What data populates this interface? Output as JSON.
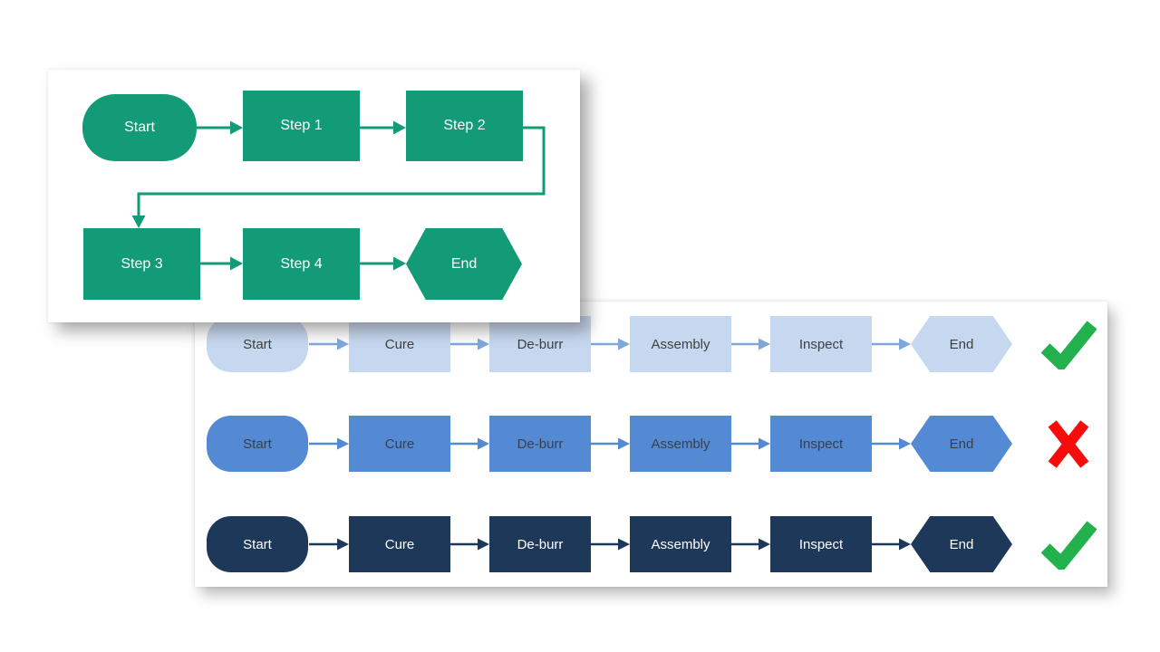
{
  "colors": {
    "green": "#129B76",
    "light_blue": "#C6D8F0",
    "light_blue_arrow": "#7FA7DC",
    "medium_blue": "#5489D3",
    "navy": "#1E3859",
    "check_green": "#23B14D",
    "cross_red": "#F80B0B",
    "label_dark": "#3F3F3F",
    "label_light": "#FFFFFF",
    "card_background": "#FFFFFF"
  },
  "flowchart_card": {
    "nodes": {
      "start": "Start",
      "step1": "Step 1",
      "step2": "Step 2",
      "step3": "Step 3",
      "step4": "Step 4",
      "end": "End"
    }
  },
  "comparison_card": {
    "rows": [
      {
        "variant": "light",
        "verdict": "check",
        "labels": [
          "Start",
          "Cure",
          "De-burr",
          "Assembly",
          "Inspect",
          "End"
        ]
      },
      {
        "variant": "medium",
        "verdict": "cross",
        "labels": [
          "Start",
          "Cure",
          "De-burr",
          "Assembly",
          "Inspect",
          "End"
        ]
      },
      {
        "variant": "dark",
        "verdict": "check",
        "labels": [
          "Start",
          "Cure",
          "De-burr",
          "Assembly",
          "Inspect",
          "End"
        ]
      }
    ]
  }
}
